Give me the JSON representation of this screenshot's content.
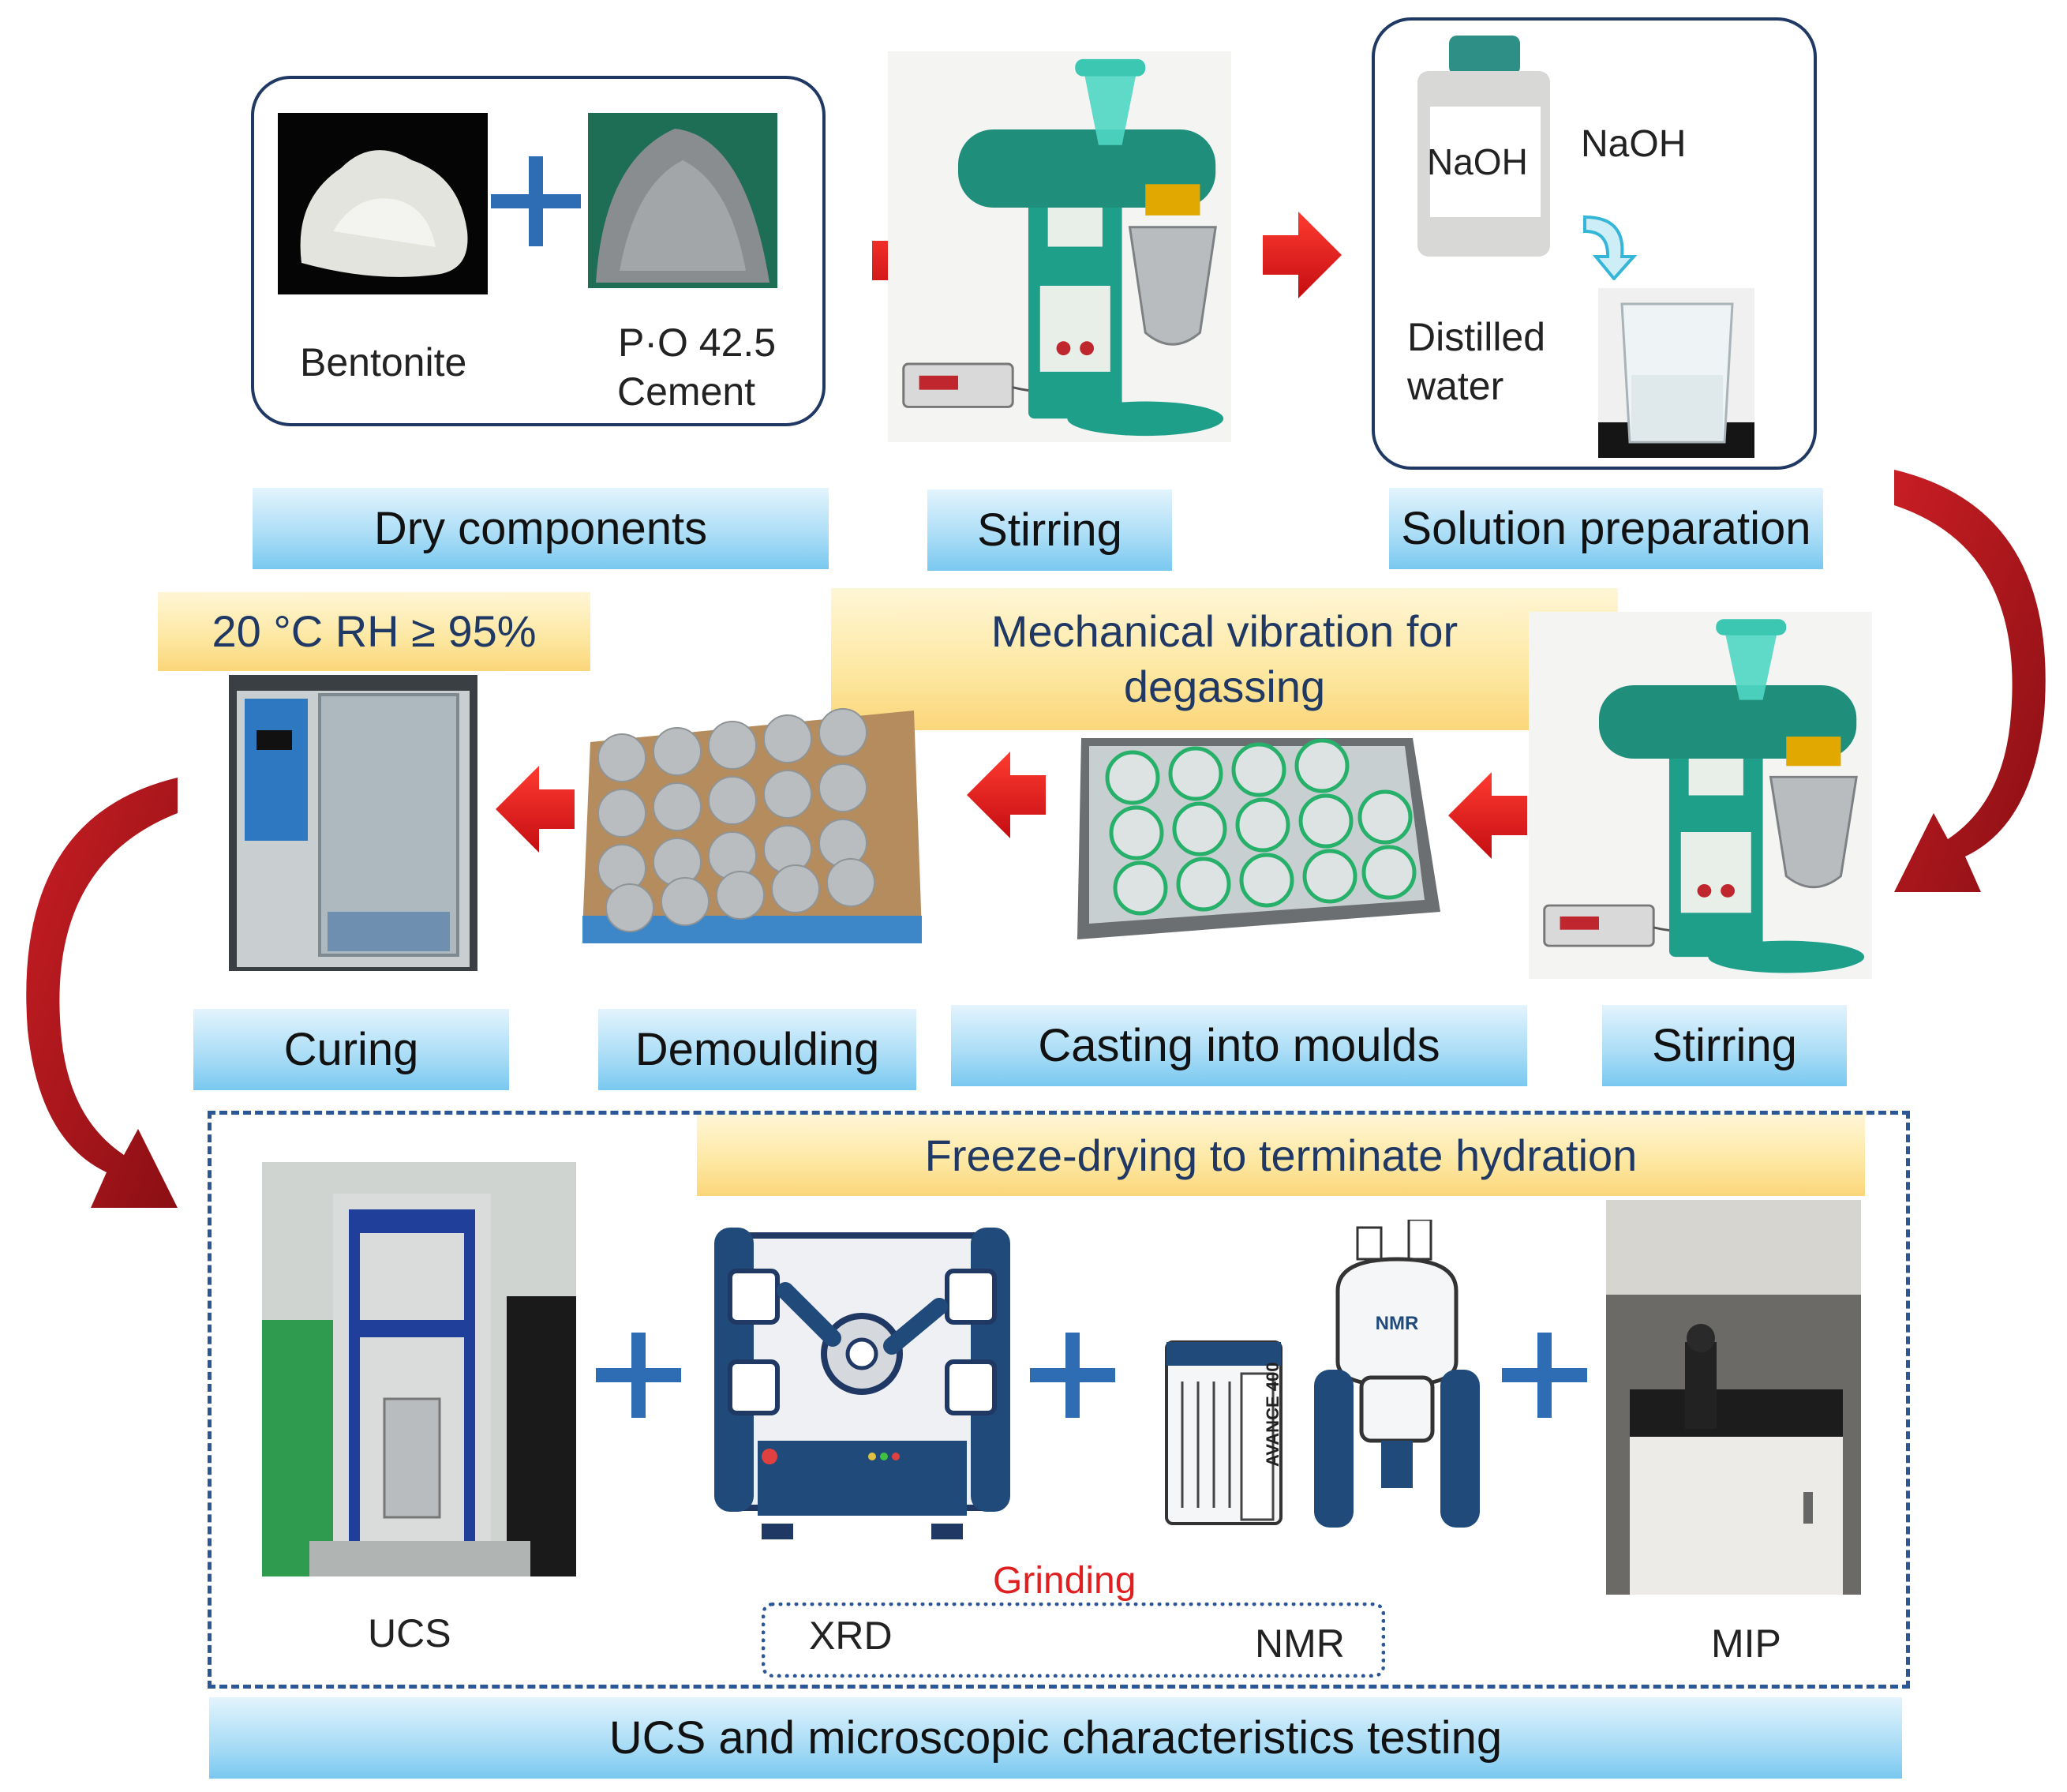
{
  "stage1": {
    "dry_components": {
      "label": "Dry components",
      "bentonite": "Bentonite",
      "cement_line1": "P·O 42.5",
      "cement_line2": "Cement"
    },
    "stirring_label": "Stirring",
    "solution": {
      "label": "Solution preparation",
      "bottle_label": "NaOH",
      "naoh_text": "NaOH",
      "water_line1": "Distilled",
      "water_line2": "water"
    }
  },
  "stage2": {
    "curing_condition": "20 °C RH ≥ 95%",
    "vibration_line1": "Mechanical vibration for",
    "vibration_line2": "degassing",
    "curing_label": "Curing",
    "demoulding_label": "Demoulding",
    "casting_label": "Casting into moulds",
    "stirring_label": "Stirring"
  },
  "stage3": {
    "freeze_label": "Freeze-drying to terminate hydration",
    "ucs": "UCS",
    "grinding": "Grinding",
    "xrd": "XRD",
    "nmr": "NMR",
    "mip": "MIP",
    "nmr_magnet_label": "NMR",
    "avance_label": "AVANCE 400",
    "final_label": "UCS and microscopic characteristics testing"
  },
  "colors": {
    "arrow_red": "#e3151a",
    "curved_arrow": "#a5141c",
    "plus_blue": "#2e6db4",
    "border_navy": "#1f3864",
    "machine_green": "#1d9f8a"
  }
}
